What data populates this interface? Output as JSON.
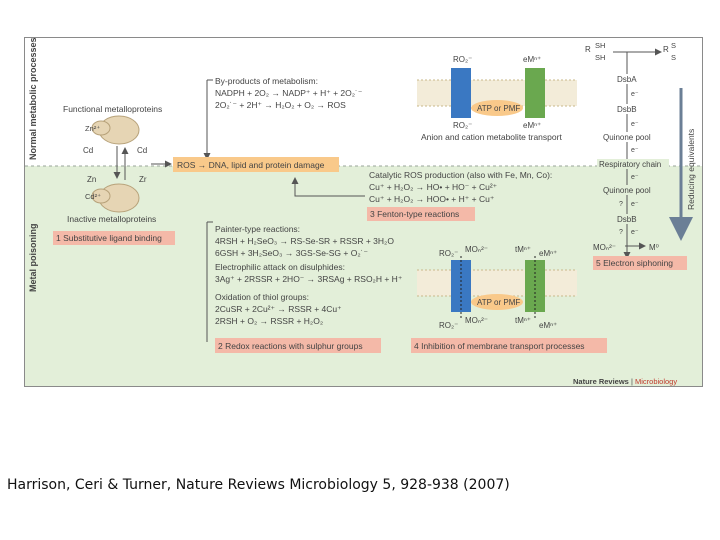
{
  "figure": {
    "side_labels": {
      "normal": "Normal metabolic processes",
      "poisoning": "Metal poisoning"
    },
    "left_panel": {
      "functional": "Functional metalloproteins",
      "inactive": "Inactive metalloproteins",
      "zn_top": "Zn²⁺",
      "cd_left": "Cd",
      "cd_right": "Cd",
      "zn_left": "Zn",
      "zr_right": "Zr",
      "cd_bottom": "Cd²⁺"
    },
    "byproducts": {
      "title": "By-products of metabolism:",
      "line1": "NADPH + 2O₂ → NADP⁺ + H⁺ + 2O₂˙⁻",
      "line2": "2O₂˙⁻ + 2H⁺ → H₂O₂ + O₂ → ROS"
    },
    "ros_box": "ROS → DNA, lipid and protein damage",
    "catalytic": {
      "title": "Catalytic ROS production (also with Fe, Mn, Co):",
      "line1": "Cu⁺ + H₂O₂ → HO• + HO⁻ + Cu²⁺",
      "line2": "Cu⁺ + H₂O₂ → HOO• + H⁺ + Cu⁺"
    },
    "painter": {
      "title": "Painter-type reactions:",
      "line1": "4RSH + H₂SeO₃ → RS-Se-SR + RSSR + 3H₂O",
      "line2": "6GSH + 3H₂SeO₃ → 3GS-Se-SG + O₂˙⁻"
    },
    "electrophilic": {
      "title": "Electrophilic attack on disulphides:",
      "line1": "3Ag⁺ + 2RSSR + 2HO⁻ → 3RSAg + RSO₂H + H⁺"
    },
    "oxidation": {
      "title": "Oxidation of thiol groups:",
      "line1": "2CuSR + 2Cu²⁺ → RSSR + 4Cu⁺",
      "line2": "2RSH + O₂ → RSSR + H₂O₂"
    },
    "transport_top": {
      "ro2": "RO₂⁻",
      "em": "eMⁿ⁺",
      "atp": "ATP or PMF",
      "ro2b": "RO₂⁻",
      "em_b": "eMⁿ⁺",
      "label": "Anion and cation metabolite transport"
    },
    "transport_bottom": {
      "ro2": "RO₂⁻",
      "mon": "MOₙ²⁻",
      "tm": "tMⁿ⁺",
      "em": "eMⁿ⁺",
      "atp": "ATP or PMF",
      "ro2b": "RO₂⁻",
      "monb": "MOₙ²⁻",
      "tmb": "tMⁿ⁺",
      "emb": "eMⁿ⁺"
    },
    "chain": {
      "rsh": "R",
      "sh_top": "SH",
      "sh_bot": "SH",
      "rs": "R",
      "s_top": "S",
      "s_bot": "S",
      "dsba": "DsbA",
      "e1": "e⁻",
      "dsbb1": "DsbB",
      "e2": "e⁻",
      "quinone1": "Quinone pool",
      "e3": "e⁻",
      "respiratory": "Respiratory chain",
      "e4": "e⁻",
      "quinone2": "Quinone pool",
      "q": "?",
      "e5": "e⁻",
      "dsbb2": "DsbB",
      "q2": "?",
      "e6": "e⁻",
      "mon": "MOₙ²⁻",
      "m0": "M⁰",
      "reducing": "Reducing equivalents"
    },
    "boxes": {
      "b1": "1  Substitutive ligand binding",
      "b2": "2  Redox reactions with sulphur groups",
      "b3": "3  Fenton-type reactions",
      "b4": "4  Inhibition of membrane transport processes",
      "b5": "5  Electron siphoning"
    },
    "credit": {
      "journal": "Nature Reviews",
      "sep": " | ",
      "section": "Microbiology"
    },
    "colors": {
      "green_bg": "#e3efd9",
      "red_box": "#f4b9a8",
      "orange_box": "#f9c98a",
      "blue": "#3a78c2",
      "green": "#6aa84f",
      "cell": "#e6d5b4"
    }
  },
  "caption": "Harrison, Ceri & Turner, Nature Reviews Microbiology 5, 928-938 (2007)"
}
